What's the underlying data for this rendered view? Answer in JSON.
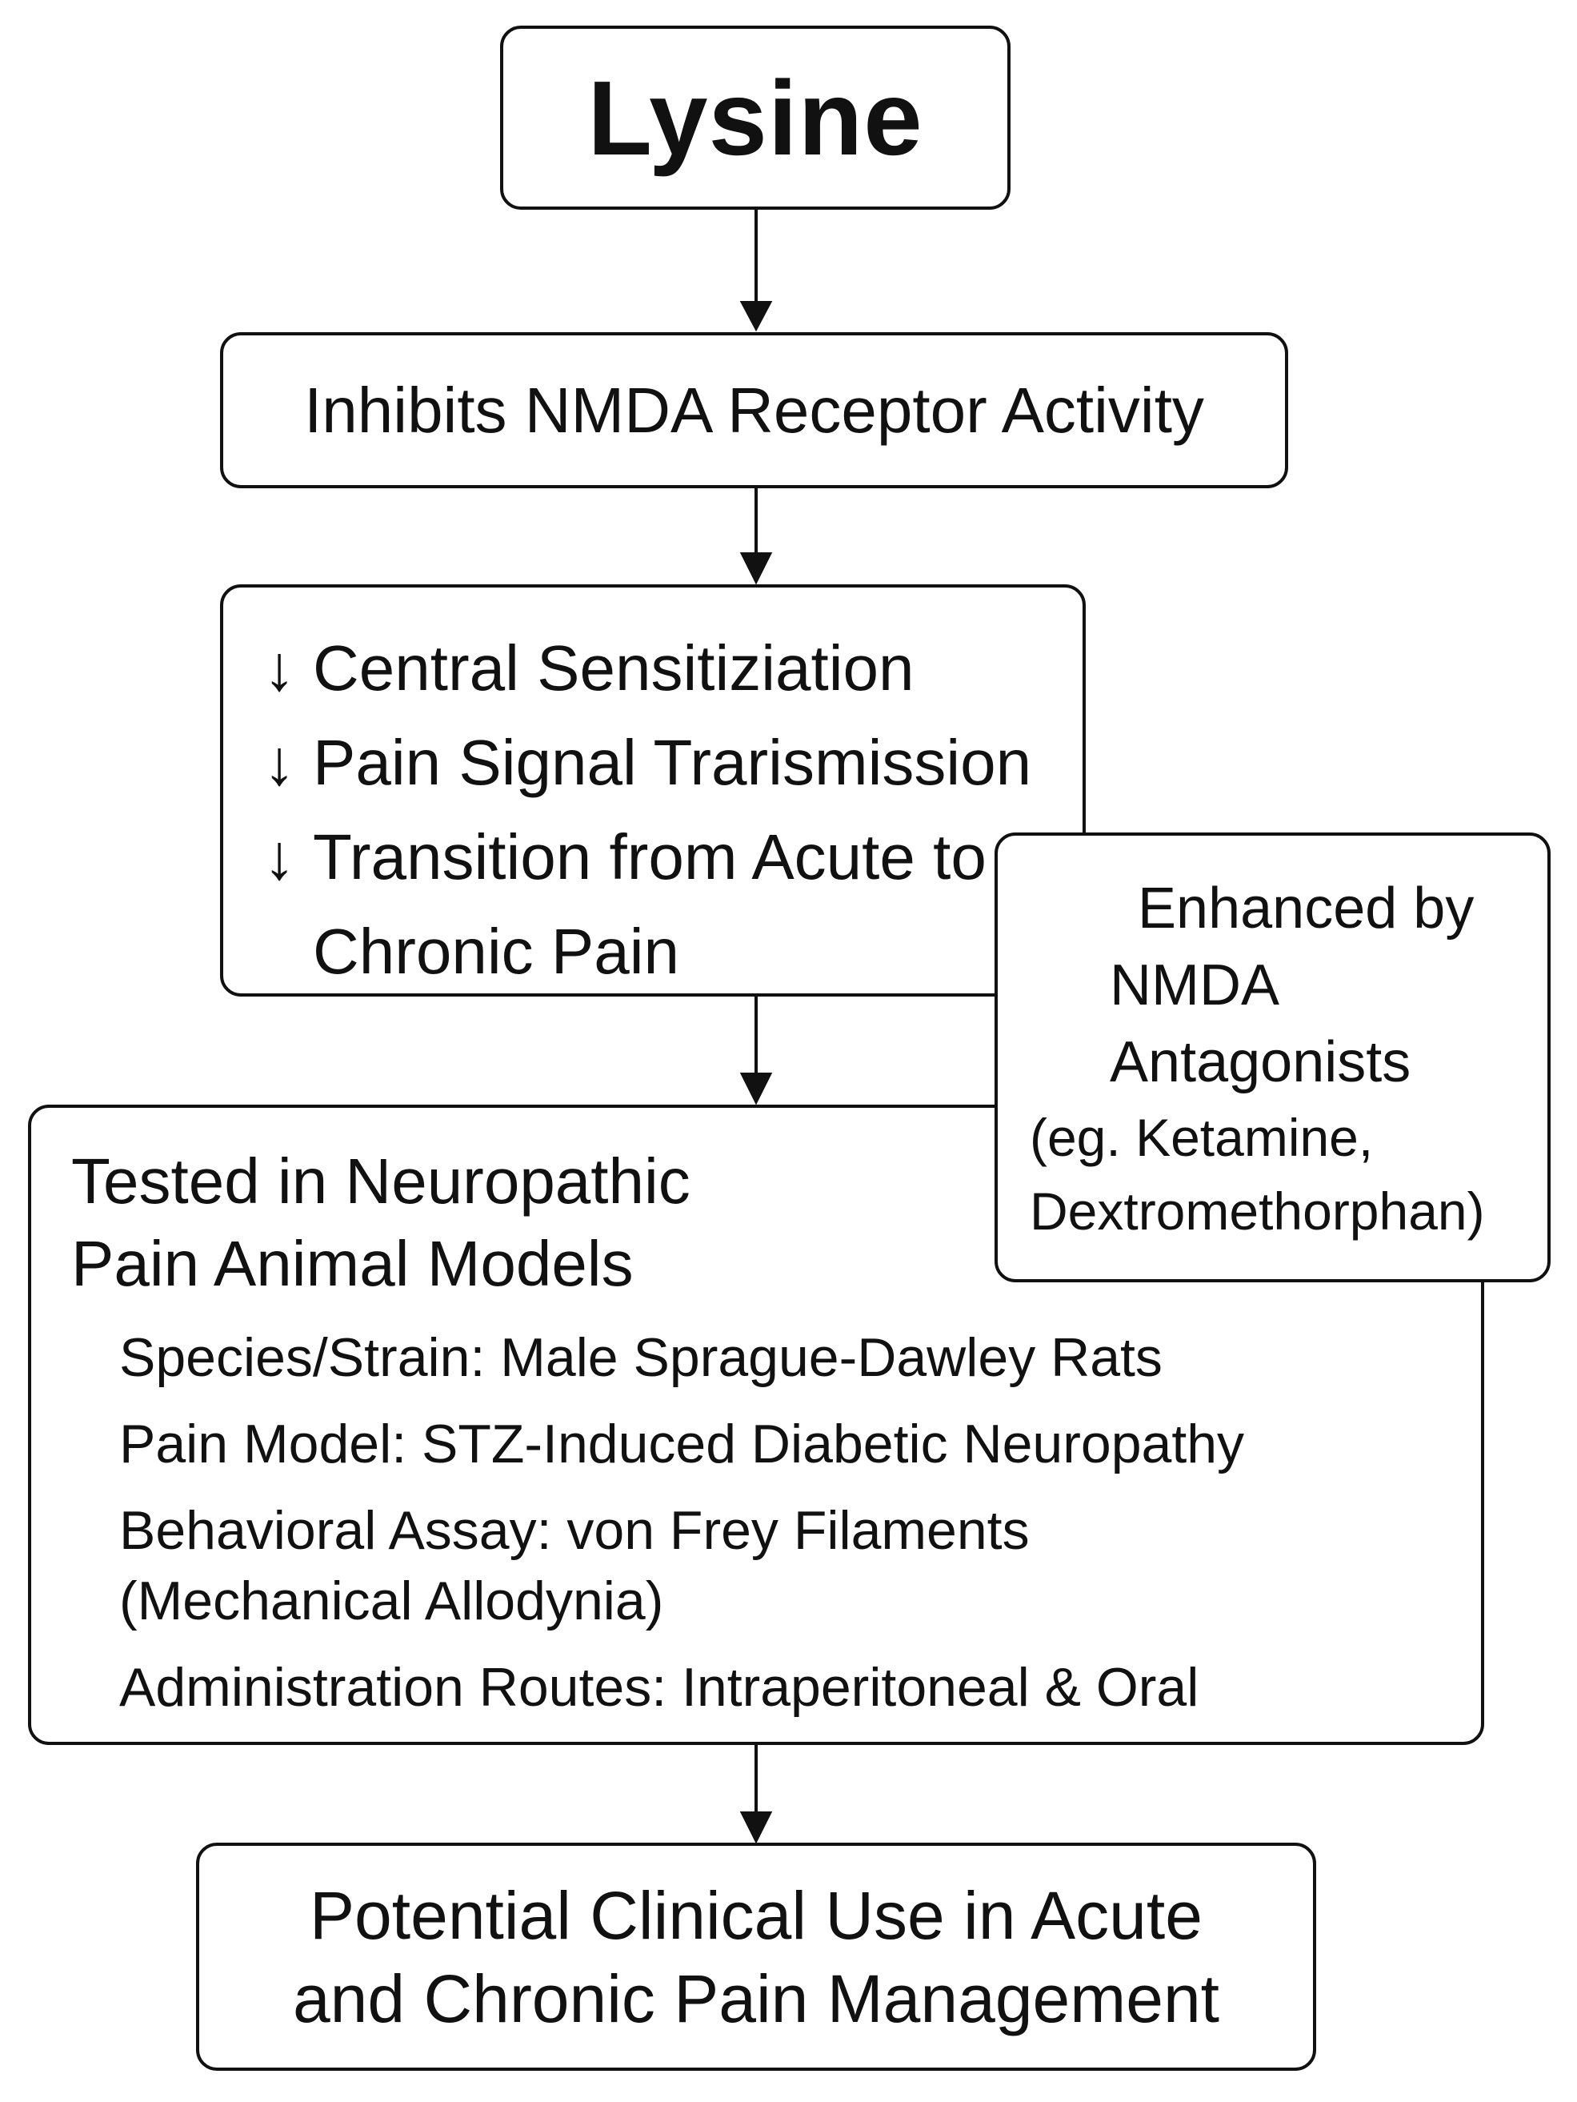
{
  "nodes": {
    "lysine": "Lysine",
    "inhibit": "Inhibits NMDA Receptor Activity",
    "effects": {
      "arrow_symbol": "↓",
      "items": [
        "Central Sensitiziation",
        "Pain Signal Trarismission",
        "Transition from Acute to\nChronic Pain"
      ]
    },
    "enhanced": {
      "line1": "Enhanced by",
      "line2": "NMDA",
      "line3": "Antagonists",
      "line4": "(eg. Ketamine,",
      "line5": "Dextromethorphan)"
    },
    "tested": {
      "title": "Tested in Neuropathic\nPain Animal Models",
      "items": [
        "Species/Strain: Male Sprague-Dawley Rats",
        "Pain Model: STZ-Induced Diabetic Neuropathy",
        "Behavioral Assay: von Frey Filaments\n(Mechanical Allodynia)",
        "Administration Routes: Intraperitoneal & Oral"
      ]
    },
    "final": "Potential Clinical Use in Acute\nand Chronic Pain Management"
  }
}
